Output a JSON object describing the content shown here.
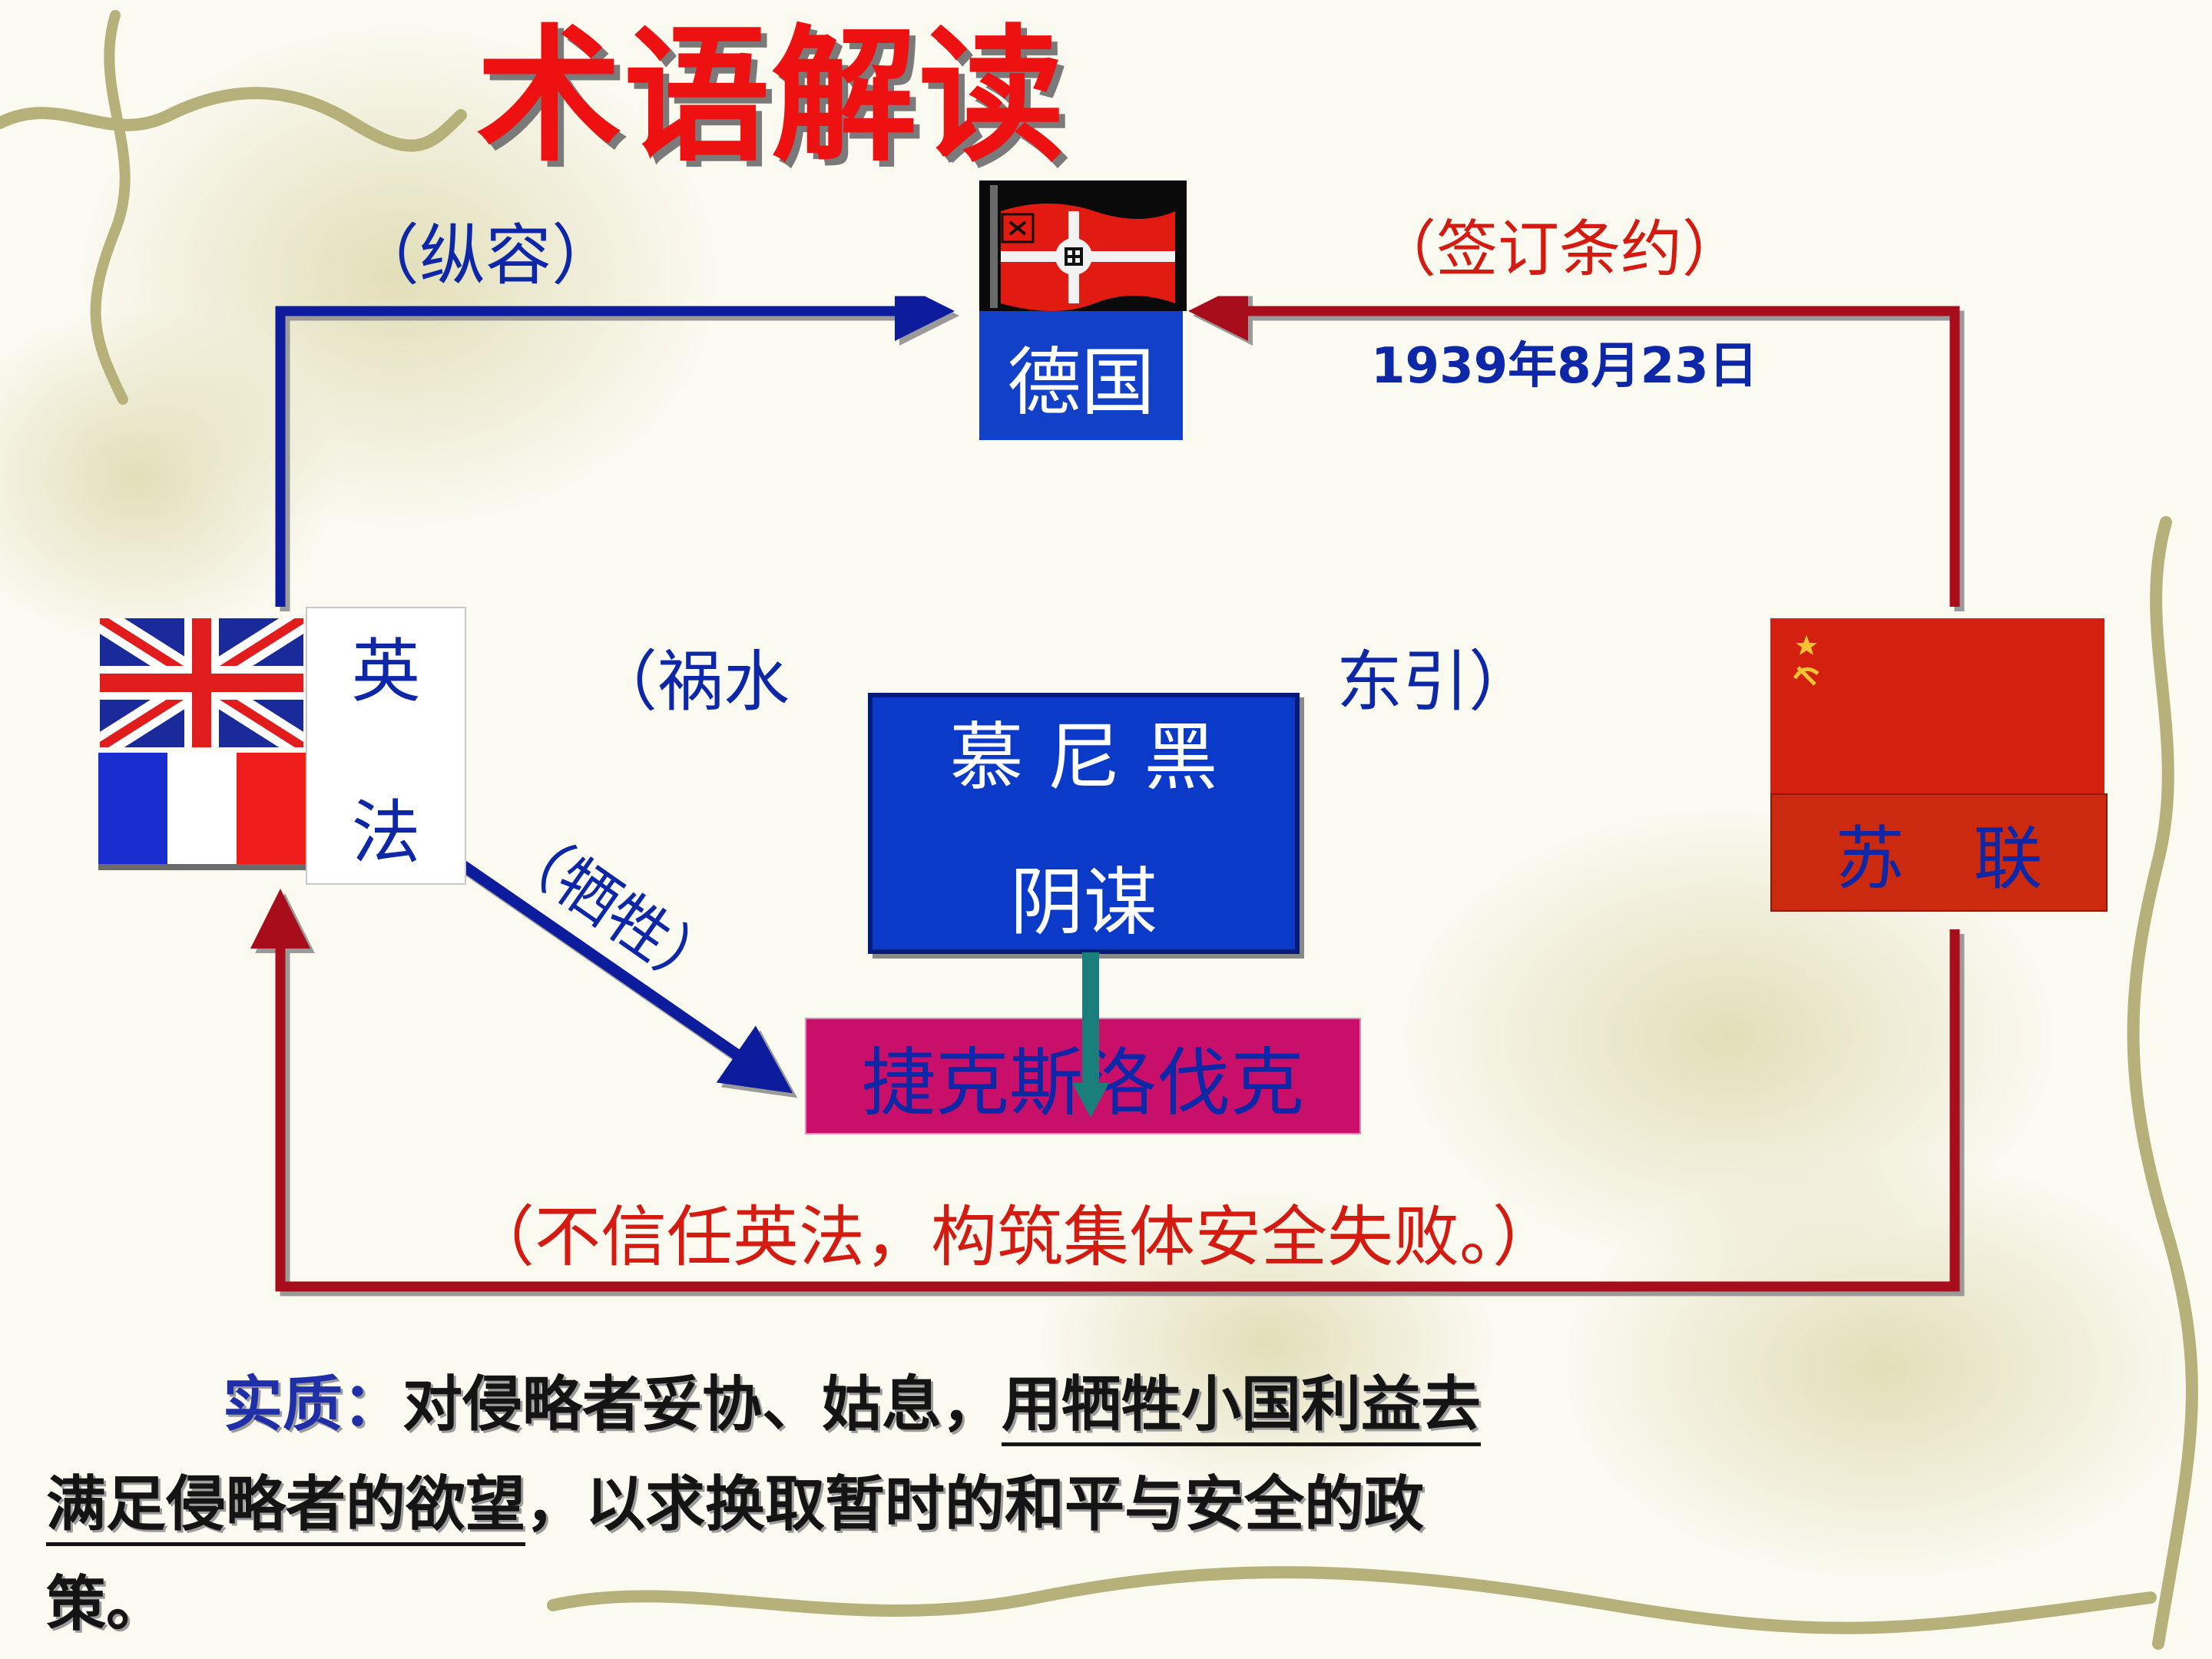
{
  "title": "术语解读",
  "nodes": {
    "germany": "德国",
    "anglo_french_top": "英",
    "anglo_french_bottom": "法",
    "soviet": "苏　联",
    "munich_line1": "慕 尼 黑",
    "munich_line2": "阴谋",
    "czech": "捷克斯洛伐克"
  },
  "edge_labels": {
    "connive": "（纵容）",
    "sign_treaty": "（签订条约）",
    "treaty_date": "1939年8月23日",
    "disaster_left": "（祸水",
    "disaster_right": "东引）",
    "sacrifice": "（牺牲）",
    "distrust": "（不信任英法，构筑集体安全失败。）"
  },
  "summary": {
    "key": "实质：",
    "part1": "对侵略者妥协、姑息，",
    "underlined1": "用牺牲小国利益去",
    "underlined2": "满足侵略者的欲望",
    "part2": "，以求换取暂时的和平与安全的政",
    "part3": "策。"
  },
  "colors": {
    "blue_text": "#0d27a6",
    "red_text": "#d31b12",
    "blue_line": "#0c1b9c",
    "red_line": "#a8101b",
    "teal_line": "#1a7f7a",
    "germany_box": "#1340c8",
    "munich_box": "#0c3ac8",
    "soviet_box": "#cc2a0e",
    "czech_box": "#c8106a"
  }
}
